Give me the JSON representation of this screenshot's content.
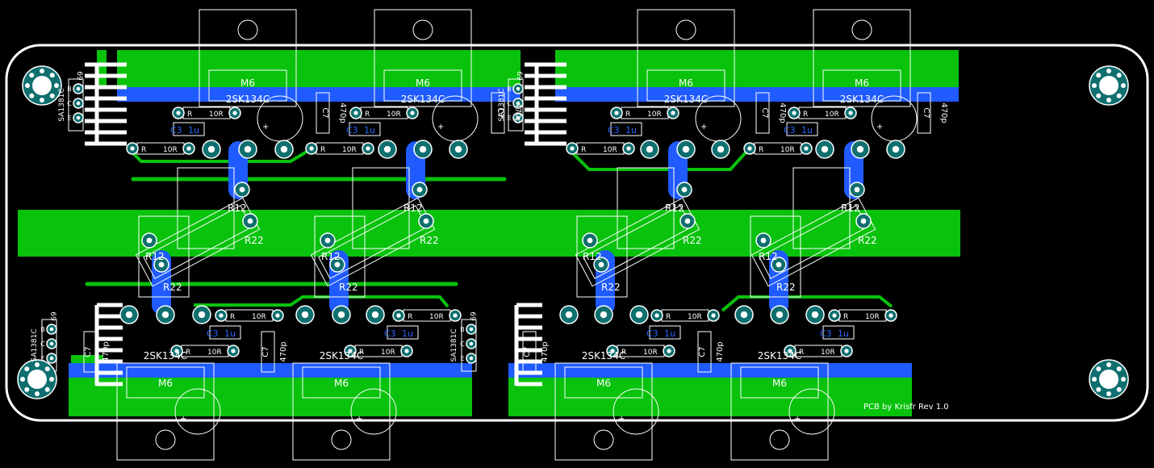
{
  "board": {
    "credit": "PCB by Krisfr Rev 1.0",
    "colors": {
      "background": "#000000",
      "top_copper": "#08c20c",
      "bottom_copper": "#1f5bff",
      "silkscreen": "#ffffff",
      "pad": "#0f6f6f"
    }
  },
  "labels": {
    "mosfet_part": "2SK134C",
    "mounting": "M6",
    "driver_part": "SA1381C",
    "pin_b": "B",
    "pin_c": "C",
    "pin_e": "E",
    "driver_ref": "69",
    "resistor_10r": "10R",
    "resistor_r": "R",
    "cap_c3": "C3",
    "cap_1u": "1u",
    "cap_c7": "C7",
    "cap_470p": "470p",
    "r12": "R12",
    "r22": "R22",
    "plus": "+"
  }
}
